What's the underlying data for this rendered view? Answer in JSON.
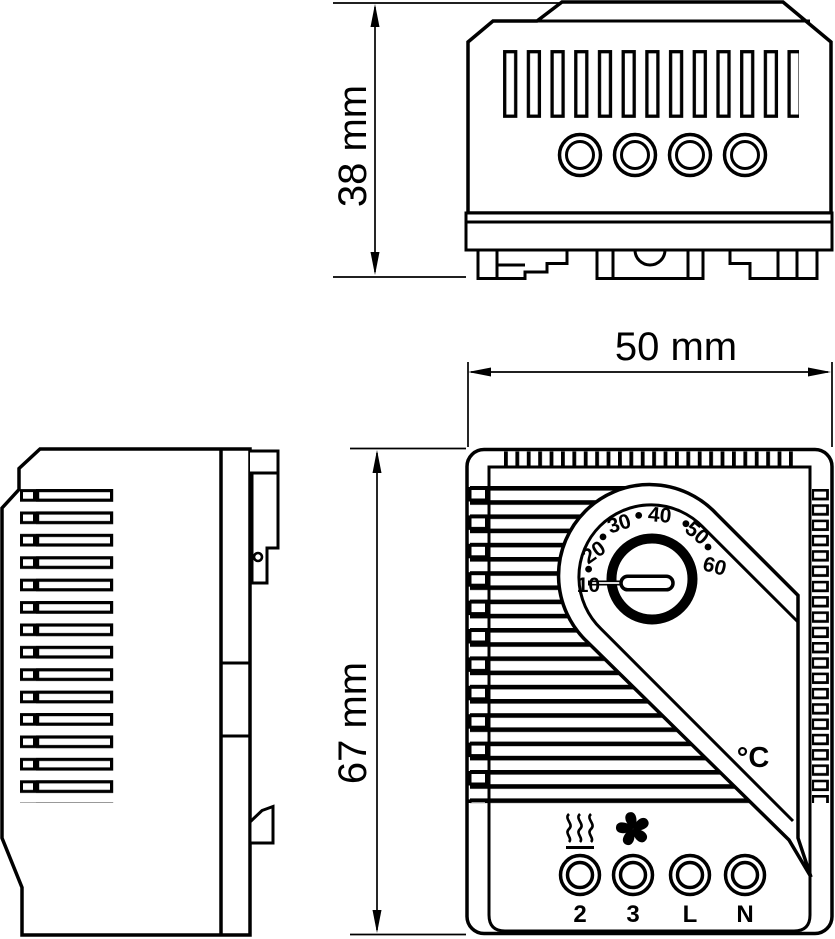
{
  "dimensions": {
    "depth_label": "38 mm",
    "width_label": "50 mm",
    "height_label": "67 mm"
  },
  "dial": {
    "scale_labels": [
      "10",
      "20",
      "30",
      "40",
      "50",
      "60"
    ],
    "unit_label": "°C"
  },
  "terminals": {
    "labels": [
      "2",
      "3",
      "L",
      "N"
    ]
  }
}
